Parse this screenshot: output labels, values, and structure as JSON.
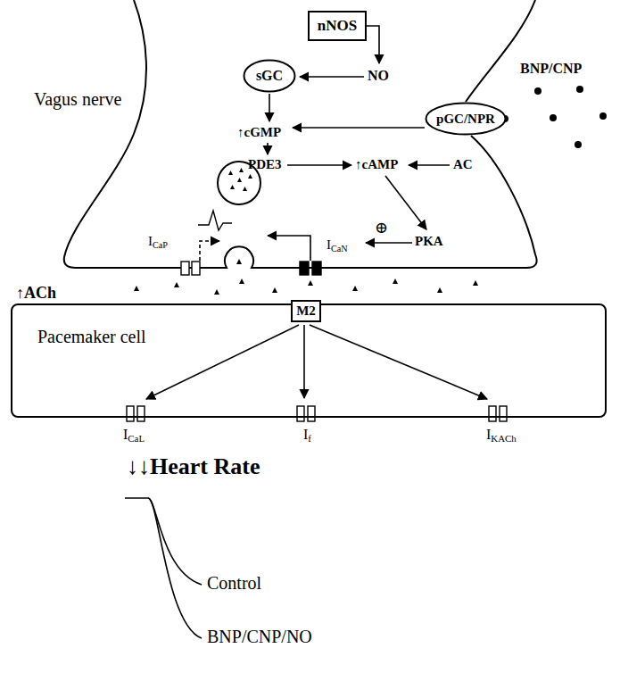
{
  "diagram": {
    "nodes": [
      {
        "text": [
          "nNOS"
        ]
      },
      {
        "text": [
          "sGC"
        ]
      },
      {
        "text": [
          "pGC/NPR"
        ]
      },
      {
        "text": [
          "Pacemaker cell"
        ]
      },
      {
        "text": [
          "M2"
        ],
        "in": 3
      }
    ],
    "labels": [
      "Vagus nerve",
      "BNP/CNP",
      "NO",
      "↑cGMP",
      "PDE3",
      "↑cAMP",
      "AC",
      "PKA",
      "⊕",
      "ICaP",
      "ICaN",
      "↑ACh",
      "ICaL",
      "If",
      "IKACh",
      "↓↓Heart Rate",
      "Control",
      "BNP/CNP/NO"
    ]
  }
}
